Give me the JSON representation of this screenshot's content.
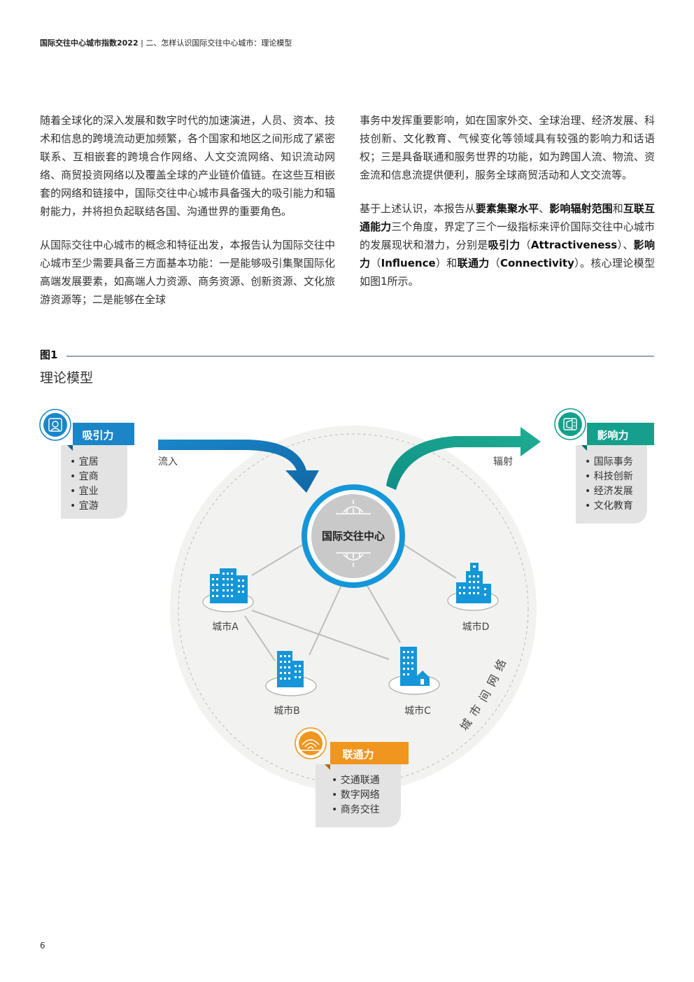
{
  "header": {
    "title": "国际交往中心城市指数2022",
    "section": "| 二、怎样认识国际交往中心城市：理论模型"
  },
  "left_column": {
    "p1": "随着全球化的深入发展和数字时代的加速演进，人员、资本、技术和信息的跨境流动更加频繁，各个国家和地区之间形成了紧密联系、互相嵌套的跨境合作网络、人文交流网络、知识流动网络、商贸投资网络以及覆盖全球的产业链价值链。在这些互相嵌套的网络和链接中，国际交往中心城市具备强大的吸引能力和辐射能力，并将担负起联结各国、沟通世界的重要角色。",
    "p2": "从国际交往中心城市的概念和特征出发，本报告认为国际交往中心城市至少需要具备三方面基本功能：一是能够吸引集聚国际化高端发展要素，如高端人力资源、商务资源、创新资源、文化旅游资源等；二是能够在全球"
  },
  "right_column": {
    "p1": "事务中发挥重要影响，如在国家外交、全球治理、经济发展、科技创新、文化教育、气候变化等领域具有较强的影响力和话语权；三是具备联通和服务世界的功能，如为跨国人流、物流、资金流和信息流提供便利，服务全球商贸活动和人文交流等。",
    "p2": {
      "t1": "基于上述认识，本报告从",
      "b1": "要素集聚水平",
      "t2": "、",
      "b2": "影响辐射范围",
      "t3": "和",
      "b3": "互联互通能力",
      "t4": "三个角度，界定了三个一级指标来评价国际交往中心城市的发展现状和潜力，分别是",
      "b4": "吸引力",
      "t5": "（",
      "b5": "Attractiveness",
      "t6": "）、",
      "b6": "影响力",
      "t7": "（",
      "b7": "Influence",
      "t8": "）和",
      "b8": "联通力",
      "t9": "（",
      "b9": "Connectivity",
      "t10": "）。核心理论模型如图1所示。"
    }
  },
  "figure": {
    "label": "图1",
    "title": "理论模型"
  },
  "diagram": {
    "center": "国际交往中心",
    "inflow": "流入",
    "outflow": "辐射",
    "network": [
      "城",
      "市",
      "间",
      "网",
      "络"
    ],
    "cities": {
      "a": "城市A",
      "b": "城市B",
      "c": "城市C",
      "d": "城市D"
    },
    "attract": {
      "title": "吸引力",
      "items": [
        "• 宜居",
        "• 宜商",
        "• 宜业",
        "• 宜游"
      ]
    },
    "influence": {
      "title": "影响力",
      "items": [
        "• 国际事务",
        "• 科技创新",
        "• 经济发展",
        "• 文化教育"
      ]
    },
    "connect": {
      "title": "联通力",
      "items": [
        "• 交通联通",
        "• 数字网络",
        "• 商务交往"
      ]
    }
  },
  "colors": {
    "blue": "#1a86c8",
    "teal": "#14a08c",
    "orange": "#f0961e",
    "panel": "#e3e3e3",
    "circle": "#f2f2f0"
  },
  "page_number": "6"
}
